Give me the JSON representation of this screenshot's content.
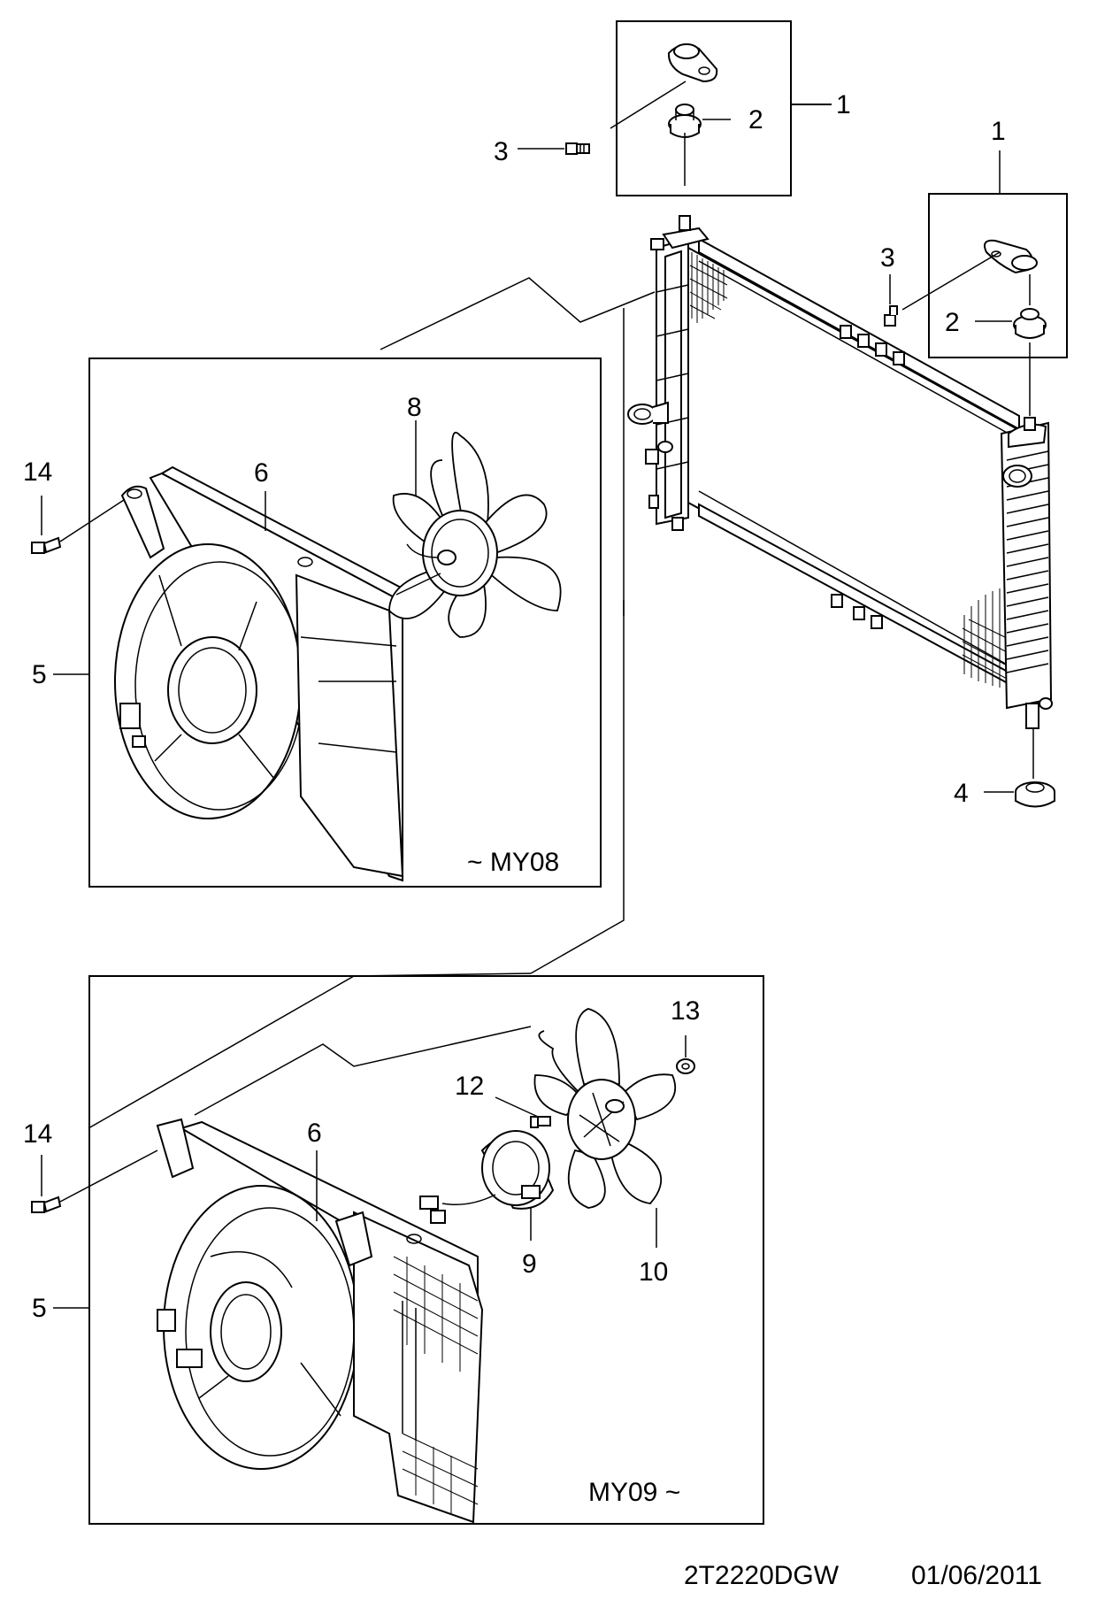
{
  "callouts": {
    "c1_top": "1",
    "c2_top": "2",
    "c3_top": "3",
    "c1_right": "1",
    "c3_right": "3",
    "c2_right": "2",
    "c4": "4",
    "c14_a": "14",
    "c6_a": "6",
    "c8": "8",
    "c5_a": "5",
    "c14_b": "14",
    "c6_b": "6",
    "c12": "12",
    "c13": "13",
    "c5_b": "5",
    "c9": "9",
    "c10": "10"
  },
  "variants": {
    "upper": "~ MY08",
    "lower": "MY09 ~"
  },
  "footer": {
    "code": "2T2220DGW",
    "date": "01/06/2011"
  }
}
